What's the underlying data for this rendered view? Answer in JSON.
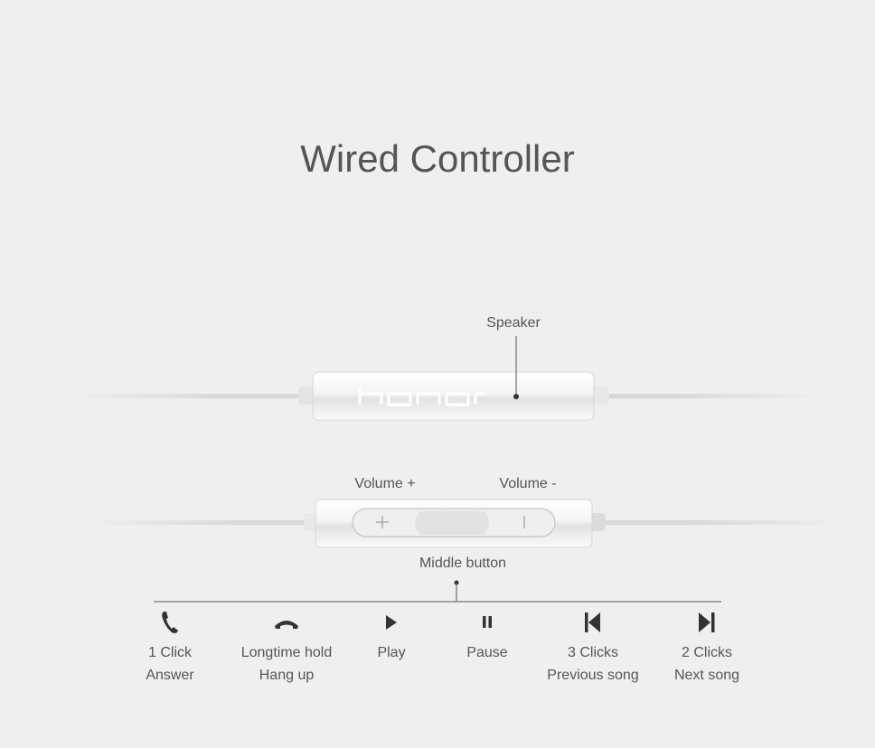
{
  "title": "Wired Controller",
  "labels": {
    "speaker": "Speaker",
    "volume_up": "Volume +",
    "volume_down": "Volume -",
    "middle_button": "Middle button",
    "brand_logo": "honor"
  },
  "actions": [
    {
      "icon": "phone-answer-icon",
      "line1": "1 Click",
      "line2": "Answer"
    },
    {
      "icon": "phone-hangup-icon",
      "line1": "Longtime hold",
      "line2": "Hang up"
    },
    {
      "icon": "play-icon",
      "line1": "Play",
      "line2": ""
    },
    {
      "icon": "pause-icon",
      "line1": "Pause",
      "line2": ""
    },
    {
      "icon": "previous-track-icon",
      "line1": "3 Clicks",
      "line2": "Previous song"
    },
    {
      "icon": "next-track-icon",
      "line1": "2 Clicks",
      "line2": "Next song"
    }
  ],
  "colors": {
    "background": "#efefef",
    "text": "#555555",
    "icon": "#333333"
  }
}
